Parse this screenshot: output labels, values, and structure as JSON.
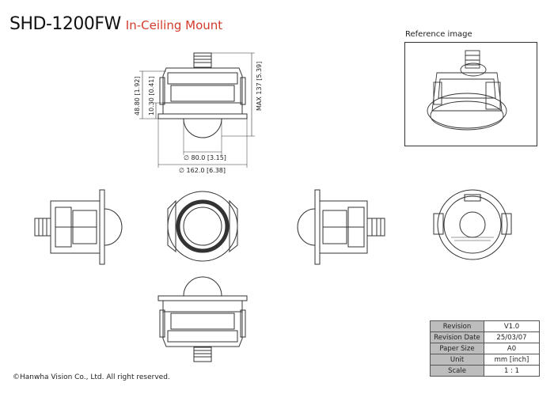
{
  "header": {
    "model": "SHD-1200FW",
    "subtitle": "In-Ceiling Mount"
  },
  "reference": {
    "label": "Reference image"
  },
  "dimensions": {
    "height_total": "48.80 [1.92]",
    "height_bezel": "10.30 [0.41]",
    "height_max": "MAX 137 [5.39]",
    "dome_dia": "∅ 80.0 [3.15]",
    "outer_dia": "∅ 162.0 [6.38]"
  },
  "revision_table": [
    {
      "label": "Revision",
      "value": "V1.0"
    },
    {
      "label": "Revision Date",
      "value": "25/03/07"
    },
    {
      "label": "Paper Size",
      "value": "A0"
    },
    {
      "label": "Unit",
      "value": "mm [inch]"
    },
    {
      "label": "Scale",
      "value": "1 : 1"
    }
  ],
  "footer": {
    "copyright": "©Hanwha Vision Co., Ltd. All right reserved."
  },
  "colors": {
    "accent": "#d33a2c",
    "line": "#333333",
    "table_header": "#bdbdbd"
  }
}
